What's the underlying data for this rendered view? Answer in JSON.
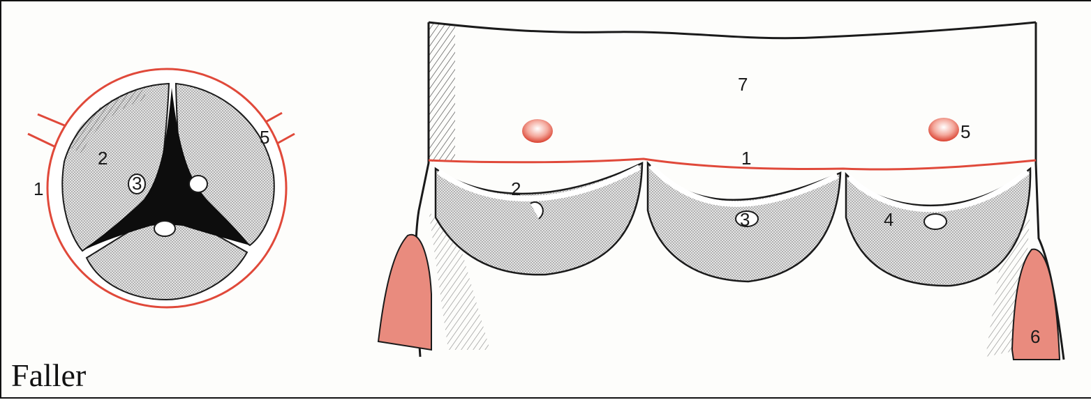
{
  "figure": {
    "credit": "Faller",
    "colors": {
      "line": "#1a1a1a",
      "red": "#e0493a",
      "muscle": "#e98b7e",
      "cusp": "#cfcfcf",
      "lumen": "#0d0d0d"
    }
  },
  "top_view": {
    "labels": {
      "l1": "1",
      "l2": "2",
      "l3": "3",
      "l5": "5"
    }
  },
  "opened_view": {
    "labels": {
      "l1": "1",
      "l2": "2",
      "l3": "3",
      "l4": "4",
      "l5": "5",
      "l6": "6",
      "l7": "7"
    }
  }
}
